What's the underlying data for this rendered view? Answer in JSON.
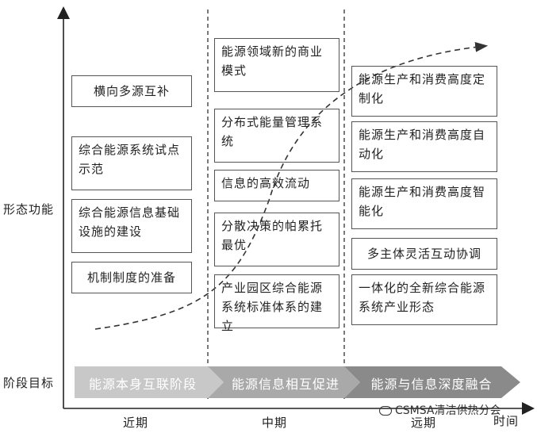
{
  "y_axis_label": "形态功能",
  "x_axis_label": "时间",
  "goal_label": "阶段目标",
  "periods": [
    "近期",
    "中期",
    "远期"
  ],
  "phases": [
    "能源本身互联阶段",
    "能源信息相互促进",
    "能源与信息深度融合"
  ],
  "columns": {
    "near": [
      "横向多源互补",
      "综合能源系统试点示范",
      "综合能源信息基础设施的建设",
      "机制制度的准备"
    ],
    "mid": [
      "能源领域新的商业模式",
      "分布式能量管理系统",
      "信息的高效流动",
      "分散决策的帕累托最优",
      "产业园区综合能源系统标准体系的建立"
    ],
    "far": [
      "能源生产和消费高度定制化",
      "能源生产和消费高度自动化",
      "能源生产和消费高度智能化",
      "多主体灵活互动协调",
      "一体化的全新综合能源系统产业形态"
    ]
  },
  "watermark": "CSMSA清洁供热分会",
  "colors": {
    "arrow_light": "#c8c8c8",
    "arrow_mid": "#a9a9a9",
    "arrow_dark": "#8a8a8a",
    "axis": "#222222",
    "box_border": "#555555"
  }
}
